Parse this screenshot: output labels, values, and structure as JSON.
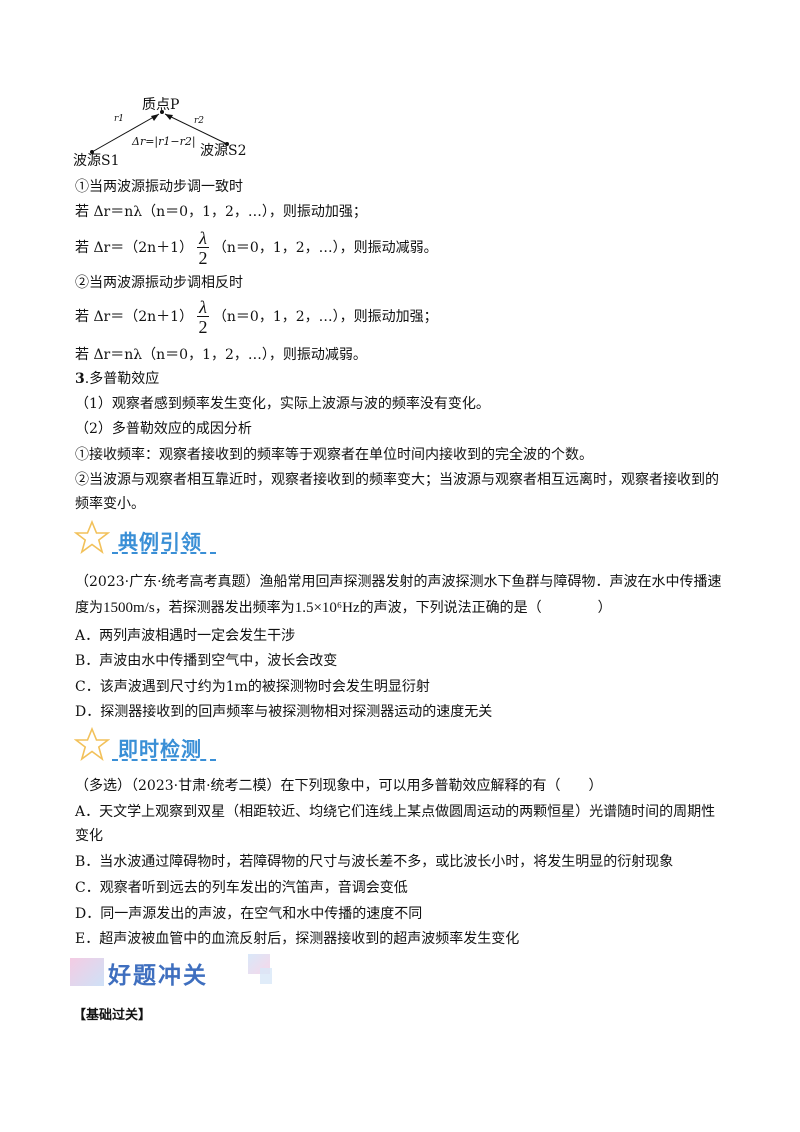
{
  "diagram": {
    "point_label": "质点P",
    "r1_label": "r1",
    "r2_label": "r2",
    "delta_label": "Δr=|r1−r2|",
    "source1_label": "波源S1",
    "source2_label": "波源S2"
  },
  "case1": {
    "heading": "①当两波源振动步调一致时",
    "line1": "若 Δr＝nλ（n＝0，1，2，…），则振动加强；",
    "line2_pre": "若 Δr＝（2n＋1）",
    "line2_post": "（n＝0，1，2，…），则振动减弱。"
  },
  "case2": {
    "heading": "②当两波源振动步调相反时",
    "line1_pre": "若 Δr＝（2n＋1）",
    "line1_post": "（n＝0，1，2，…），则振动加强；",
    "line2": "若 Δr＝nλ（n＝0，1，2，…），则振动减弱。"
  },
  "fraction": {
    "numerator": "λ",
    "denominator": "2"
  },
  "doppler": {
    "heading_num": "3",
    "heading_text": ".多普勒效应",
    "p1": "（1）观察者感到频率发生变化，实际上波源与波的频率没有变化。",
    "p2": "（2）多普勒效应的成因分析",
    "p3": "①接收频率：观察者接收到的频率等于观察者在单位时间内接收到的完全波的个数。",
    "p4a": "②当波源与观察者相互靠近时，观察者接收到的频率变大；当波源与观察者相互远离时，观察者接收到的",
    "p4b": "频率变小。"
  },
  "example": {
    "title": "典例引领",
    "q_line1": "（2023·广东·统考高考真题）渔船常用回声探测器发射的声波探测水下鱼群与障碍物．声波在水中传播速",
    "q_line2_a": "度为",
    "q_speed": "1500m/s",
    "q_line2_b": "，若探测器发出频率为",
    "q_freq": "1.5×10⁶Hz",
    "q_line2_c": "的声波，下列说法正确的是（　　　　）",
    "options": [
      "A．两列声波相遇时一定会发生干涉",
      "B．声波由水中传播到空气中，波长会改变",
      "C．该声波遇到尺寸约为1m的被探测物时会发生明显衍射",
      "D．探测器接收到的回声频率与被探测物相对探测器运动的速度无关"
    ]
  },
  "check": {
    "title": "即时检测",
    "q_line": "（多选）（2023·甘肃·统考二模）在下列现象中，可以用多普勒效应解释的有（　　）",
    "options": [
      "A．天文学上观察到双星（相距较近、均绕它们连线上某点做圆周运动的两颗恒星）光谱随时间的周期性",
      "变化",
      "B．当水波通过障碍物时，若障碍物的尺寸与波长差不多，或比波长小时，将发生明显的衍射现象",
      "C．观察者听到远去的列车发出的汽笛声，音调会变低",
      "D．同一声源发出的声波，在空气和水中传播的速度不同",
      "E．超声波被血管中的血流反射后，探测器接收到的超声波频率发生变化"
    ]
  },
  "banner": {
    "title": "好题冲关"
  },
  "basic": {
    "label": "【基础过关】"
  },
  "colors": {
    "accent": "#3a8fd6",
    "star": "#f2c15a",
    "banner_pink": "#f3c6e0",
    "banner_blue": "#c9def6"
  }
}
